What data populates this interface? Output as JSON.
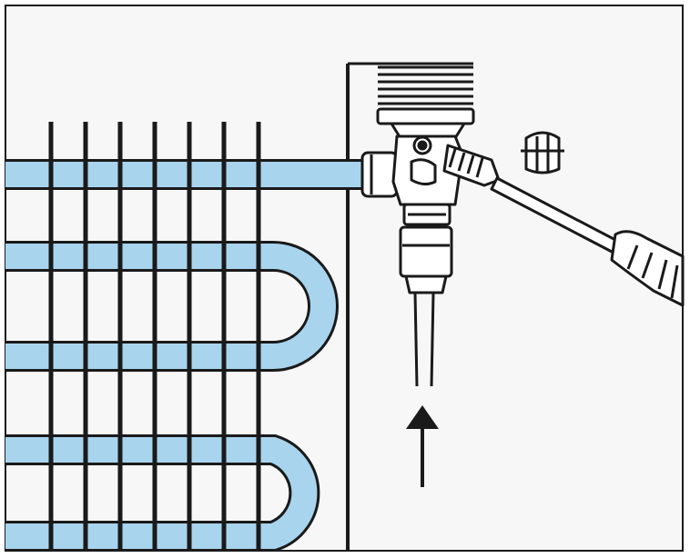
{
  "illustration": {
    "colors": {
      "background": "#ffffff",
      "panel": "#f7f7f7",
      "line": "#1a1a1a",
      "tube": "#a8d4ee",
      "tube_edge": "#7fb9dc"
    },
    "parts": {
      "condenser_coil": "coil",
      "vertical_fins_count": 7,
      "tube_runs_count": 5,
      "expansion_valve": "valve",
      "sensing_bulb_cap": "cap",
      "screwdriver": "screwdriver",
      "flow_direction": "up-arrow-icon"
    }
  }
}
